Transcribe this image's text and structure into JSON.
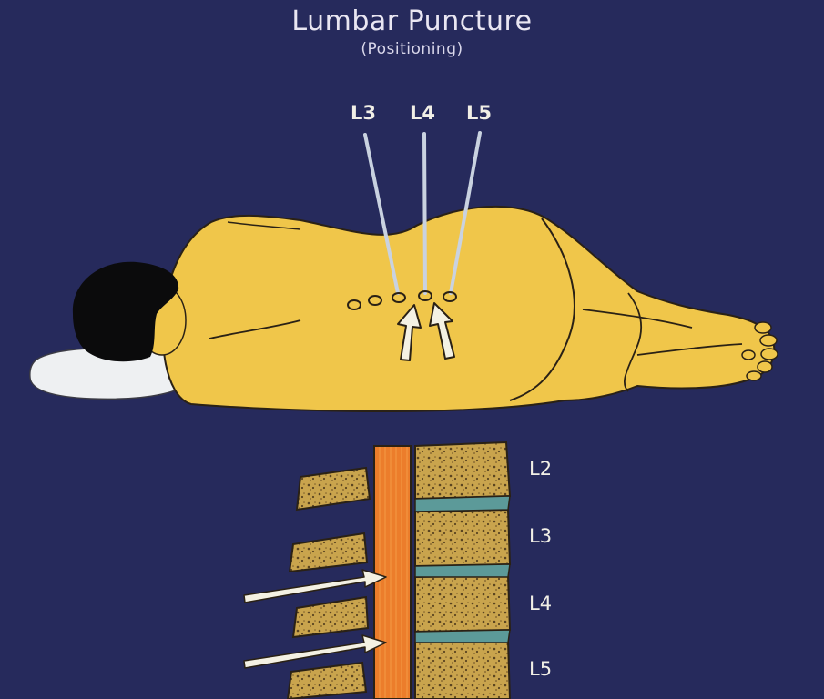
{
  "title": "Lumbar Puncture",
  "subtitle": "(Positioning)",
  "palette": {
    "background": "#262a5c",
    "skin": "#f0c64a",
    "outline": "#2a2115",
    "hair": "#0b0b0c",
    "pillow": "#eef0f2",
    "spinal_cord": "#ec7d2b",
    "vertebra": "#c7a24a",
    "disc": "#5c9a99",
    "arrow": "#f4f1e3"
  },
  "body_labels": [
    "L3",
    "L4",
    "L5"
  ],
  "spine_labels": [
    "L2",
    "L3",
    "L4",
    "L5"
  ]
}
